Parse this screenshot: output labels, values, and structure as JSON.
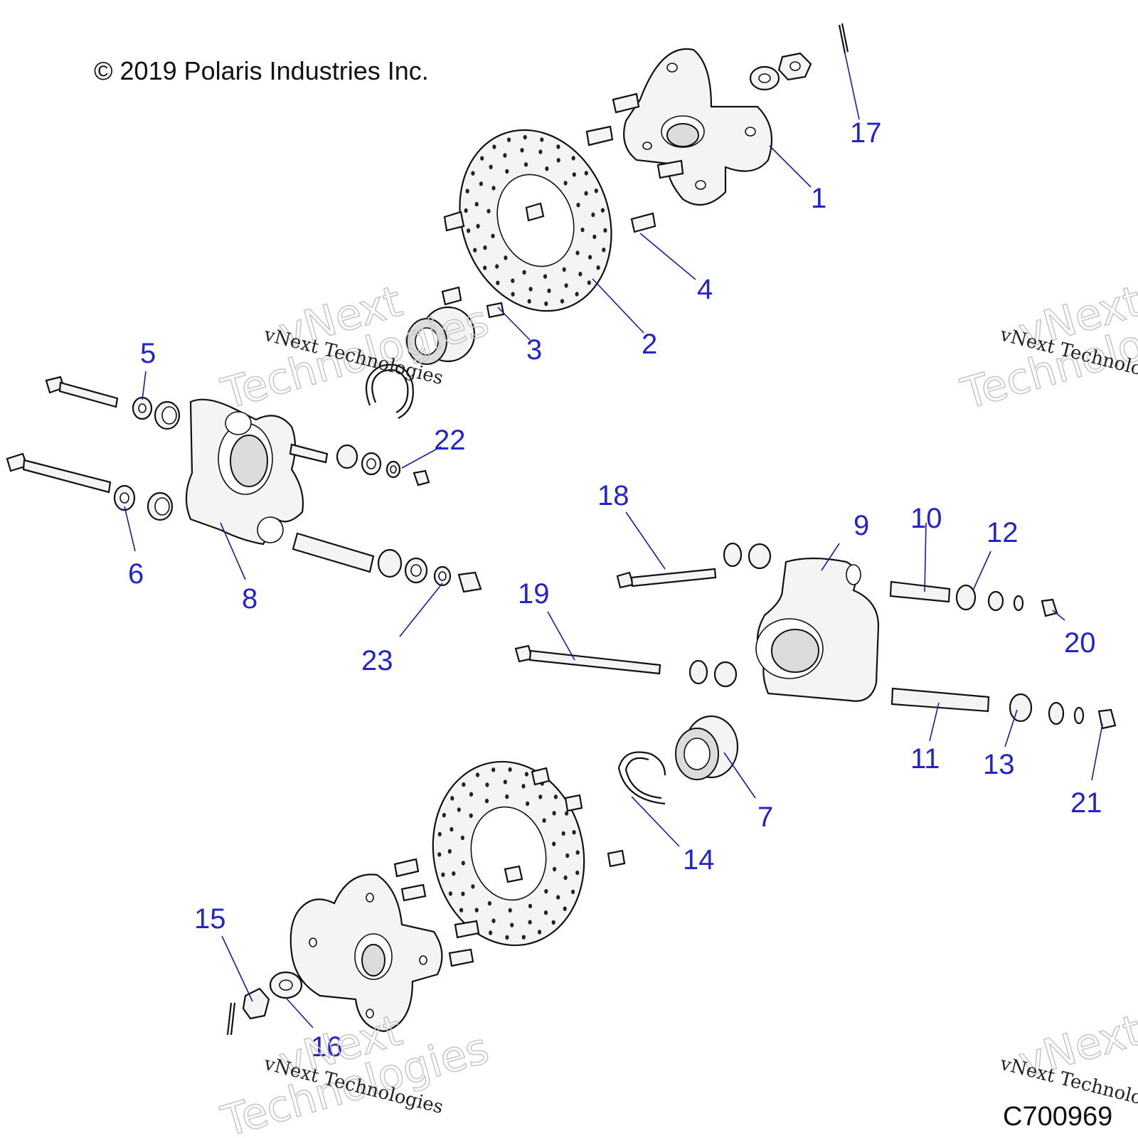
{
  "copyright": "© 2019 Polaris Industries Inc.",
  "drawing_code": "C700969",
  "watermark": {
    "line1": "vNext",
    "line2": "Technologies",
    "inline": "vNext Technologies"
  },
  "callouts": [
    {
      "id": "1",
      "label": "1"
    },
    {
      "id": "2",
      "label": "2"
    },
    {
      "id": "3",
      "label": "3"
    },
    {
      "id": "4",
      "label": "4"
    },
    {
      "id": "5",
      "label": "5"
    },
    {
      "id": "6",
      "label": "6"
    },
    {
      "id": "7",
      "label": "7"
    },
    {
      "id": "8",
      "label": "8"
    },
    {
      "id": "9",
      "label": "9"
    },
    {
      "id": "10",
      "label": "10"
    },
    {
      "id": "11",
      "label": "11"
    },
    {
      "id": "12",
      "label": "12"
    },
    {
      "id": "13",
      "label": "13"
    },
    {
      "id": "14",
      "label": "14"
    },
    {
      "id": "15",
      "label": "15"
    },
    {
      "id": "16",
      "label": "16"
    },
    {
      "id": "17",
      "label": "17"
    },
    {
      "id": "18",
      "label": "18"
    },
    {
      "id": "19",
      "label": "19"
    },
    {
      "id": "20",
      "label": "20"
    },
    {
      "id": "21",
      "label": "21"
    },
    {
      "id": "22",
      "label": "22"
    },
    {
      "id": "23",
      "label": "23"
    }
  ]
}
